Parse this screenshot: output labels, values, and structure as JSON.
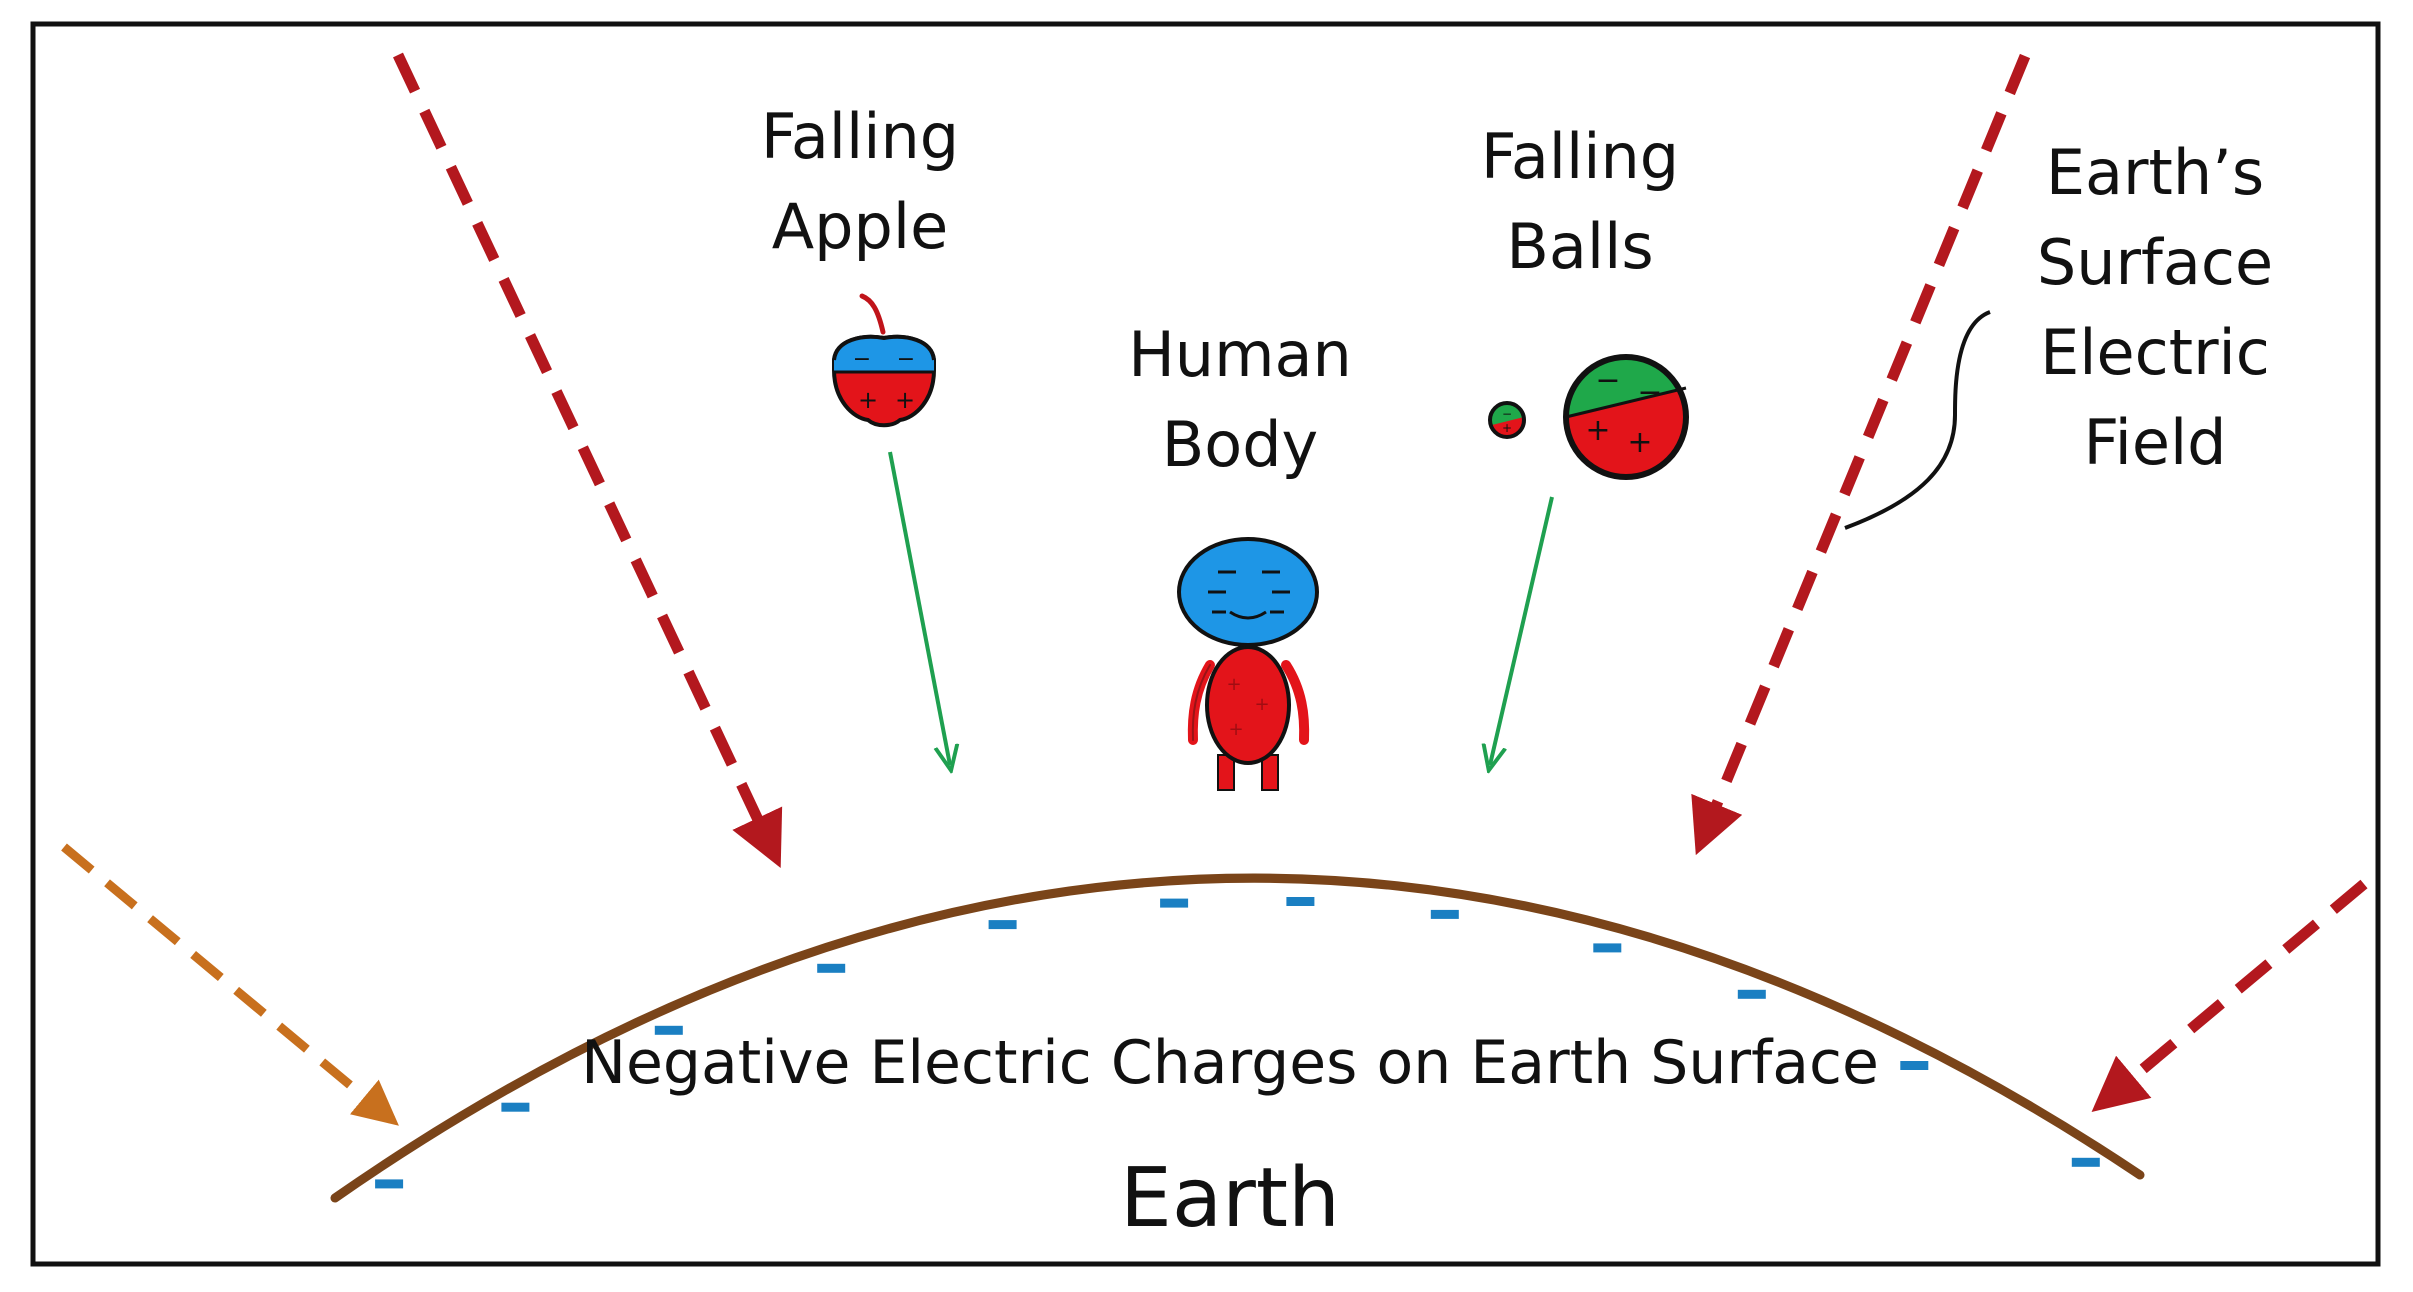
{
  "labels": {
    "apple": [
      "Falling",
      "Apple"
    ],
    "human": [
      "Human",
      "Body"
    ],
    "balls": [
      "Falling",
      "Balls"
    ],
    "field": [
      "Earth’s",
      "Surface",
      "Electric",
      "Field"
    ],
    "charges": "Negative Electric Charges on Earth Surface",
    "earth": "Earth"
  },
  "symbols": {
    "plus": "+",
    "minus": "−"
  },
  "colors": {
    "frame": "#111111",
    "earth_surface": "#7a4419",
    "field_arrow": "#b3181e",
    "field_arrow_left": "#c8701e",
    "motion_arrow": "#1fa050",
    "negative_charge": "#1a7fc2",
    "blue_body": "#1e96e6",
    "red_body": "#e3141a",
    "green_ball": "#1fa84a"
  }
}
